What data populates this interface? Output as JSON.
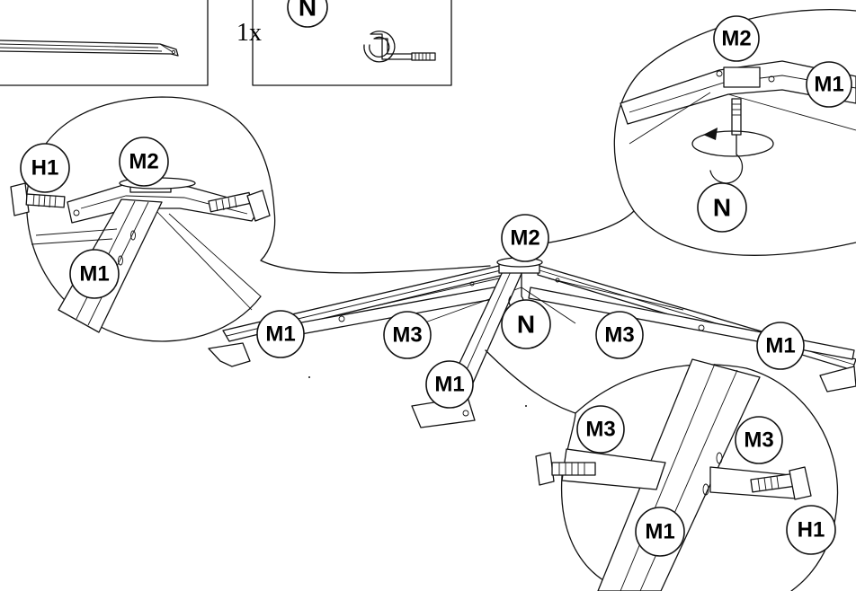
{
  "parts_box": {
    "quantity_label": "1x",
    "part_label": "N"
  },
  "callouts": {
    "detail_left": {
      "h1": "H1",
      "m2": "M2",
      "m1": "M1"
    },
    "detail_top_right": {
      "m2": "M2",
      "m1": "M1",
      "n": "N"
    },
    "main": {
      "m2": "M2",
      "m1_left": "M1",
      "m3_left": "M3",
      "n": "N",
      "m3_right": "M3",
      "m1_right": "M1",
      "m1_bottom": "M1"
    },
    "detail_bottom": {
      "m3_left": "M3",
      "m3_right": "M3",
      "m1": "M1",
      "h1": "H1"
    }
  }
}
